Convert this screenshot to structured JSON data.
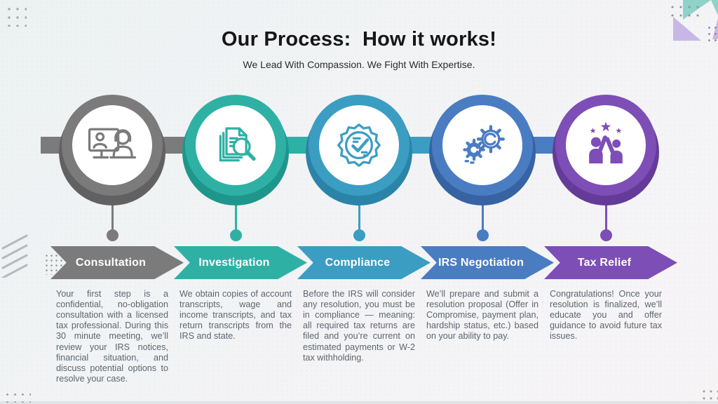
{
  "header": {
    "title": "Our Process:  How it works!",
    "subtitle": "We Lead With Compassion. We Fight With Expertise."
  },
  "steps": [
    {
      "label": "Consultation",
      "icon": "video-consultation-icon",
      "color": "#7b7b7b",
      "color_dark": "#616161",
      "description": "Your first step is a confidential, no-obligation consultation with a licensed tax professional. During this 30 minute meeting, we’ll review your IRS notices, financial situation, and discuss potential options to resolve your case."
    },
    {
      "label": "Investigation",
      "icon": "document-search-icon",
      "color": "#2eb1a4",
      "color_dark": "#1e968b",
      "description": "We obtain copies of account transcripts, wage and income transcripts, and tax return transcripts from the IRS and state."
    },
    {
      "label": "Compliance",
      "icon": "verified-badge-icon",
      "color": "#3b9dc2",
      "color_dark": "#2b84a8",
      "description": "Before the IRS will consider any resolution, you must be in compliance — meaning: all required tax returns are filed and you’re current on estimated payments or W-2 tax withholding."
    },
    {
      "label": "IRS Negotiation",
      "icon": "gears-icon",
      "color": "#4a7cc2",
      "color_dark": "#3763a3",
      "description": "We’ll prepare and submit a resolution proposal (Offer in Compromise, payment plan, hardship status, etc.) based on your ability to pay."
    },
    {
      "label": "Tax Relief",
      "icon": "high-five-icon",
      "color": "#7d4eb6",
      "color_dark": "#643b98",
      "description": "Congratulations! Once your resolution is finalized, we’ll educate you and offer guidance to avoid future tax issues."
    }
  ],
  "decoration_colors": {
    "teal_triangle": "#8fd2c8",
    "lavender_triangle": "#c8b7e6",
    "hatch_lines": "#b5b9bc"
  }
}
